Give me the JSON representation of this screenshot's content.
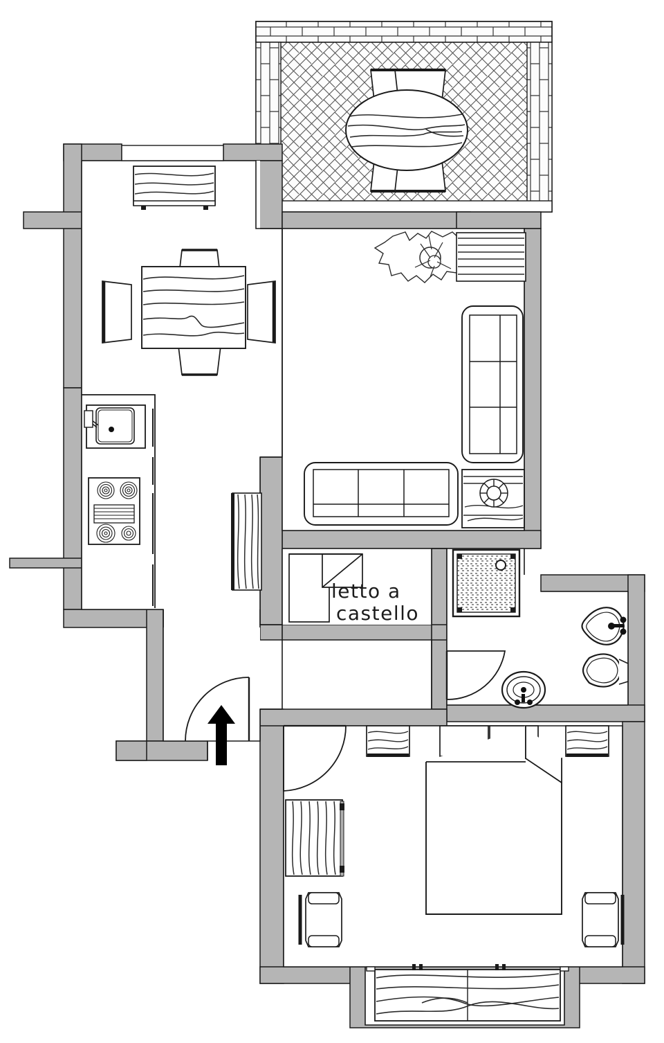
{
  "document": {
    "type": "architectural-floor-plan",
    "title": "Apartment Floor Plan",
    "orientation": "plan-view",
    "units": "none-shown"
  },
  "annotations": {
    "bunk_bed_label_line1": "letto a",
    "bunk_bed_label_line2": "castello",
    "entry_arrow": "entrance-direction-arrow"
  },
  "colors": {
    "wall_fill": "#b5b5b5",
    "wall_stroke": "#1a1a1a",
    "furniture_stroke": "#1a1a1a",
    "furniture_fill": "#ffffff",
    "hatch_stroke": "#3a3a3a",
    "text": "#1b1b1b",
    "background": "#ffffff",
    "arrow": "#000000"
  },
  "rooms": [
    {
      "id": "terrace",
      "name": "Terrace / Balcony",
      "flooring": "herringbone-brick"
    },
    {
      "id": "dining",
      "name": "Dining Area",
      "flooring": "plain"
    },
    {
      "id": "kitchen",
      "name": "Kitchen",
      "flooring": "plain"
    },
    {
      "id": "living",
      "name": "Living Room",
      "flooring": "plain"
    },
    {
      "id": "bunkroom",
      "name": "Bunk Bed Room",
      "flooring": "plain"
    },
    {
      "id": "bathroom",
      "name": "Bathroom",
      "flooring": "plain"
    },
    {
      "id": "bedroom",
      "name": "Master Bedroom",
      "flooring": "plain"
    },
    {
      "id": "hall",
      "name": "Hallway",
      "flooring": "plain"
    }
  ],
  "fixtures": [
    {
      "id": "terrace-table",
      "name": "round-dining-table",
      "room": "terrace",
      "count": 1
    },
    {
      "id": "terrace-chairs",
      "name": "outdoor-chair",
      "room": "terrace",
      "count": 4
    },
    {
      "id": "dining-table",
      "name": "rectangular-table",
      "room": "dining",
      "count": 1
    },
    {
      "id": "dining-chairs",
      "name": "dining-chair",
      "room": "dining",
      "count": 4
    },
    {
      "id": "sideboard",
      "name": "sideboard-console",
      "room": "dining",
      "count": 1
    },
    {
      "id": "kitchen-sink",
      "name": "kitchen-sink",
      "room": "kitchen",
      "count": 1
    },
    {
      "id": "kitchen-stove",
      "name": "four-burner-stove",
      "room": "kitchen",
      "count": 1
    },
    {
      "id": "sofa-long",
      "name": "three-seat-sofa",
      "room": "living",
      "count": 1
    },
    {
      "id": "sofa-side",
      "name": "three-seat-sofa",
      "room": "living",
      "count": 1
    },
    {
      "id": "plant",
      "name": "potted-plant",
      "room": "living",
      "count": 1
    },
    {
      "id": "side-table",
      "name": "side-table-with-lamp",
      "room": "living",
      "count": 1
    },
    {
      "id": "bunk-bed",
      "name": "bunk-bed",
      "room": "bunkroom",
      "count": 1
    },
    {
      "id": "shower",
      "name": "shower-tray",
      "room": "bathroom",
      "count": 1
    },
    {
      "id": "bidet",
      "name": "bidet",
      "room": "bathroom",
      "count": 1
    },
    {
      "id": "washbasin",
      "name": "washbasin",
      "room": "bathroom",
      "count": 1
    },
    {
      "id": "toilet",
      "name": "toilet",
      "room": "bathroom",
      "count": 1
    },
    {
      "id": "double-bed",
      "name": "double-bed",
      "room": "bedroom",
      "count": 1
    },
    {
      "id": "nightstands",
      "name": "nightstand",
      "room": "bedroom",
      "count": 2
    },
    {
      "id": "wardrobe",
      "name": "wardrobe",
      "room": "bedroom",
      "count": 1
    },
    {
      "id": "armchairs",
      "name": "armchair",
      "room": "bedroom",
      "count": 2
    },
    {
      "id": "bedroom-dresser",
      "name": "dresser",
      "room": "bedroom",
      "count": 1
    }
  ],
  "openings": [
    {
      "id": "entry-door",
      "name": "entrance-door",
      "swing": "quarter-arc"
    },
    {
      "id": "bunk-door",
      "name": "bunk-room-door",
      "swing": "quarter-arc"
    },
    {
      "id": "bath-door",
      "name": "bathroom-door",
      "swing": "quarter-arc"
    },
    {
      "id": "bedroom-door",
      "name": "bedroom-door",
      "swing": "quarter-arc"
    },
    {
      "id": "win-dining",
      "name": "dining-window",
      "swing": "none"
    },
    {
      "id": "win-living",
      "name": "living-window",
      "swing": "none"
    },
    {
      "id": "win-bedroom",
      "name": "bedroom-window",
      "swing": "none"
    }
  ]
}
